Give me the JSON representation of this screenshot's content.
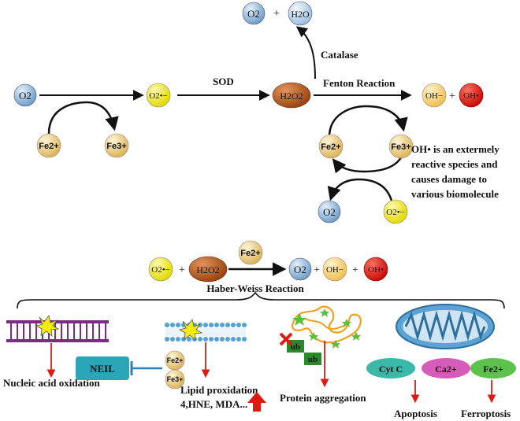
{
  "colors": {
    "o2_fill": "#8fb7d9",
    "h2o_fill": "#b8d4ec",
    "superoxide_fill": "#f2ee1a",
    "h2o2_fill": "#b85a1a",
    "oh_fill": "#f6cf72",
    "oh_radical_fill": "#e01a12",
    "fe_fill": "#f0d58a",
    "red_arrow": "#e01a12",
    "neil_fill": "#2aa6b8",
    "blocker": "#2e7fb6",
    "cytc_fill": "#3bb8a8",
    "ca_fill": "#d55cb8",
    "fe2_fill": "#5cc24c",
    "membrane": "#7b2c86",
    "lipid": "#4fa3d8",
    "mito": "#5aa3d4"
  },
  "species": {
    "o2": "O2",
    "h2o": "H2O",
    "superoxide": "O2•−",
    "h2o2": "H2O2",
    "oh_minus": "OH−",
    "oh_radical": "OH•",
    "fe2": "Fe2+",
    "fe3": "Fe3+",
    "plus": "+"
  },
  "labels": {
    "catalase": "Catalase",
    "sod": "SOD",
    "fenton": "Fenton Reaction",
    "oh_note": [
      "OH•  is an extermely",
      "reactive species and",
      "causes damage to",
      "various biomolecule"
    ],
    "haber_weiss": "Haber-Weiss Reaction",
    "neil": "NEIL",
    "nucleic": "Nucleic acid oxidation",
    "lipid_line1": "Lipid proxidation",
    "lipid_line2": "4,HNE, MDA...",
    "protein": "Protein aggregation",
    "ub": "ub",
    "cytc": "Cyt C",
    "ca": "Ca2+",
    "fe2plus": "Fe2+",
    "apoptosis": "Apoptosis",
    "ferroptosis": "Ferroptosis"
  }
}
